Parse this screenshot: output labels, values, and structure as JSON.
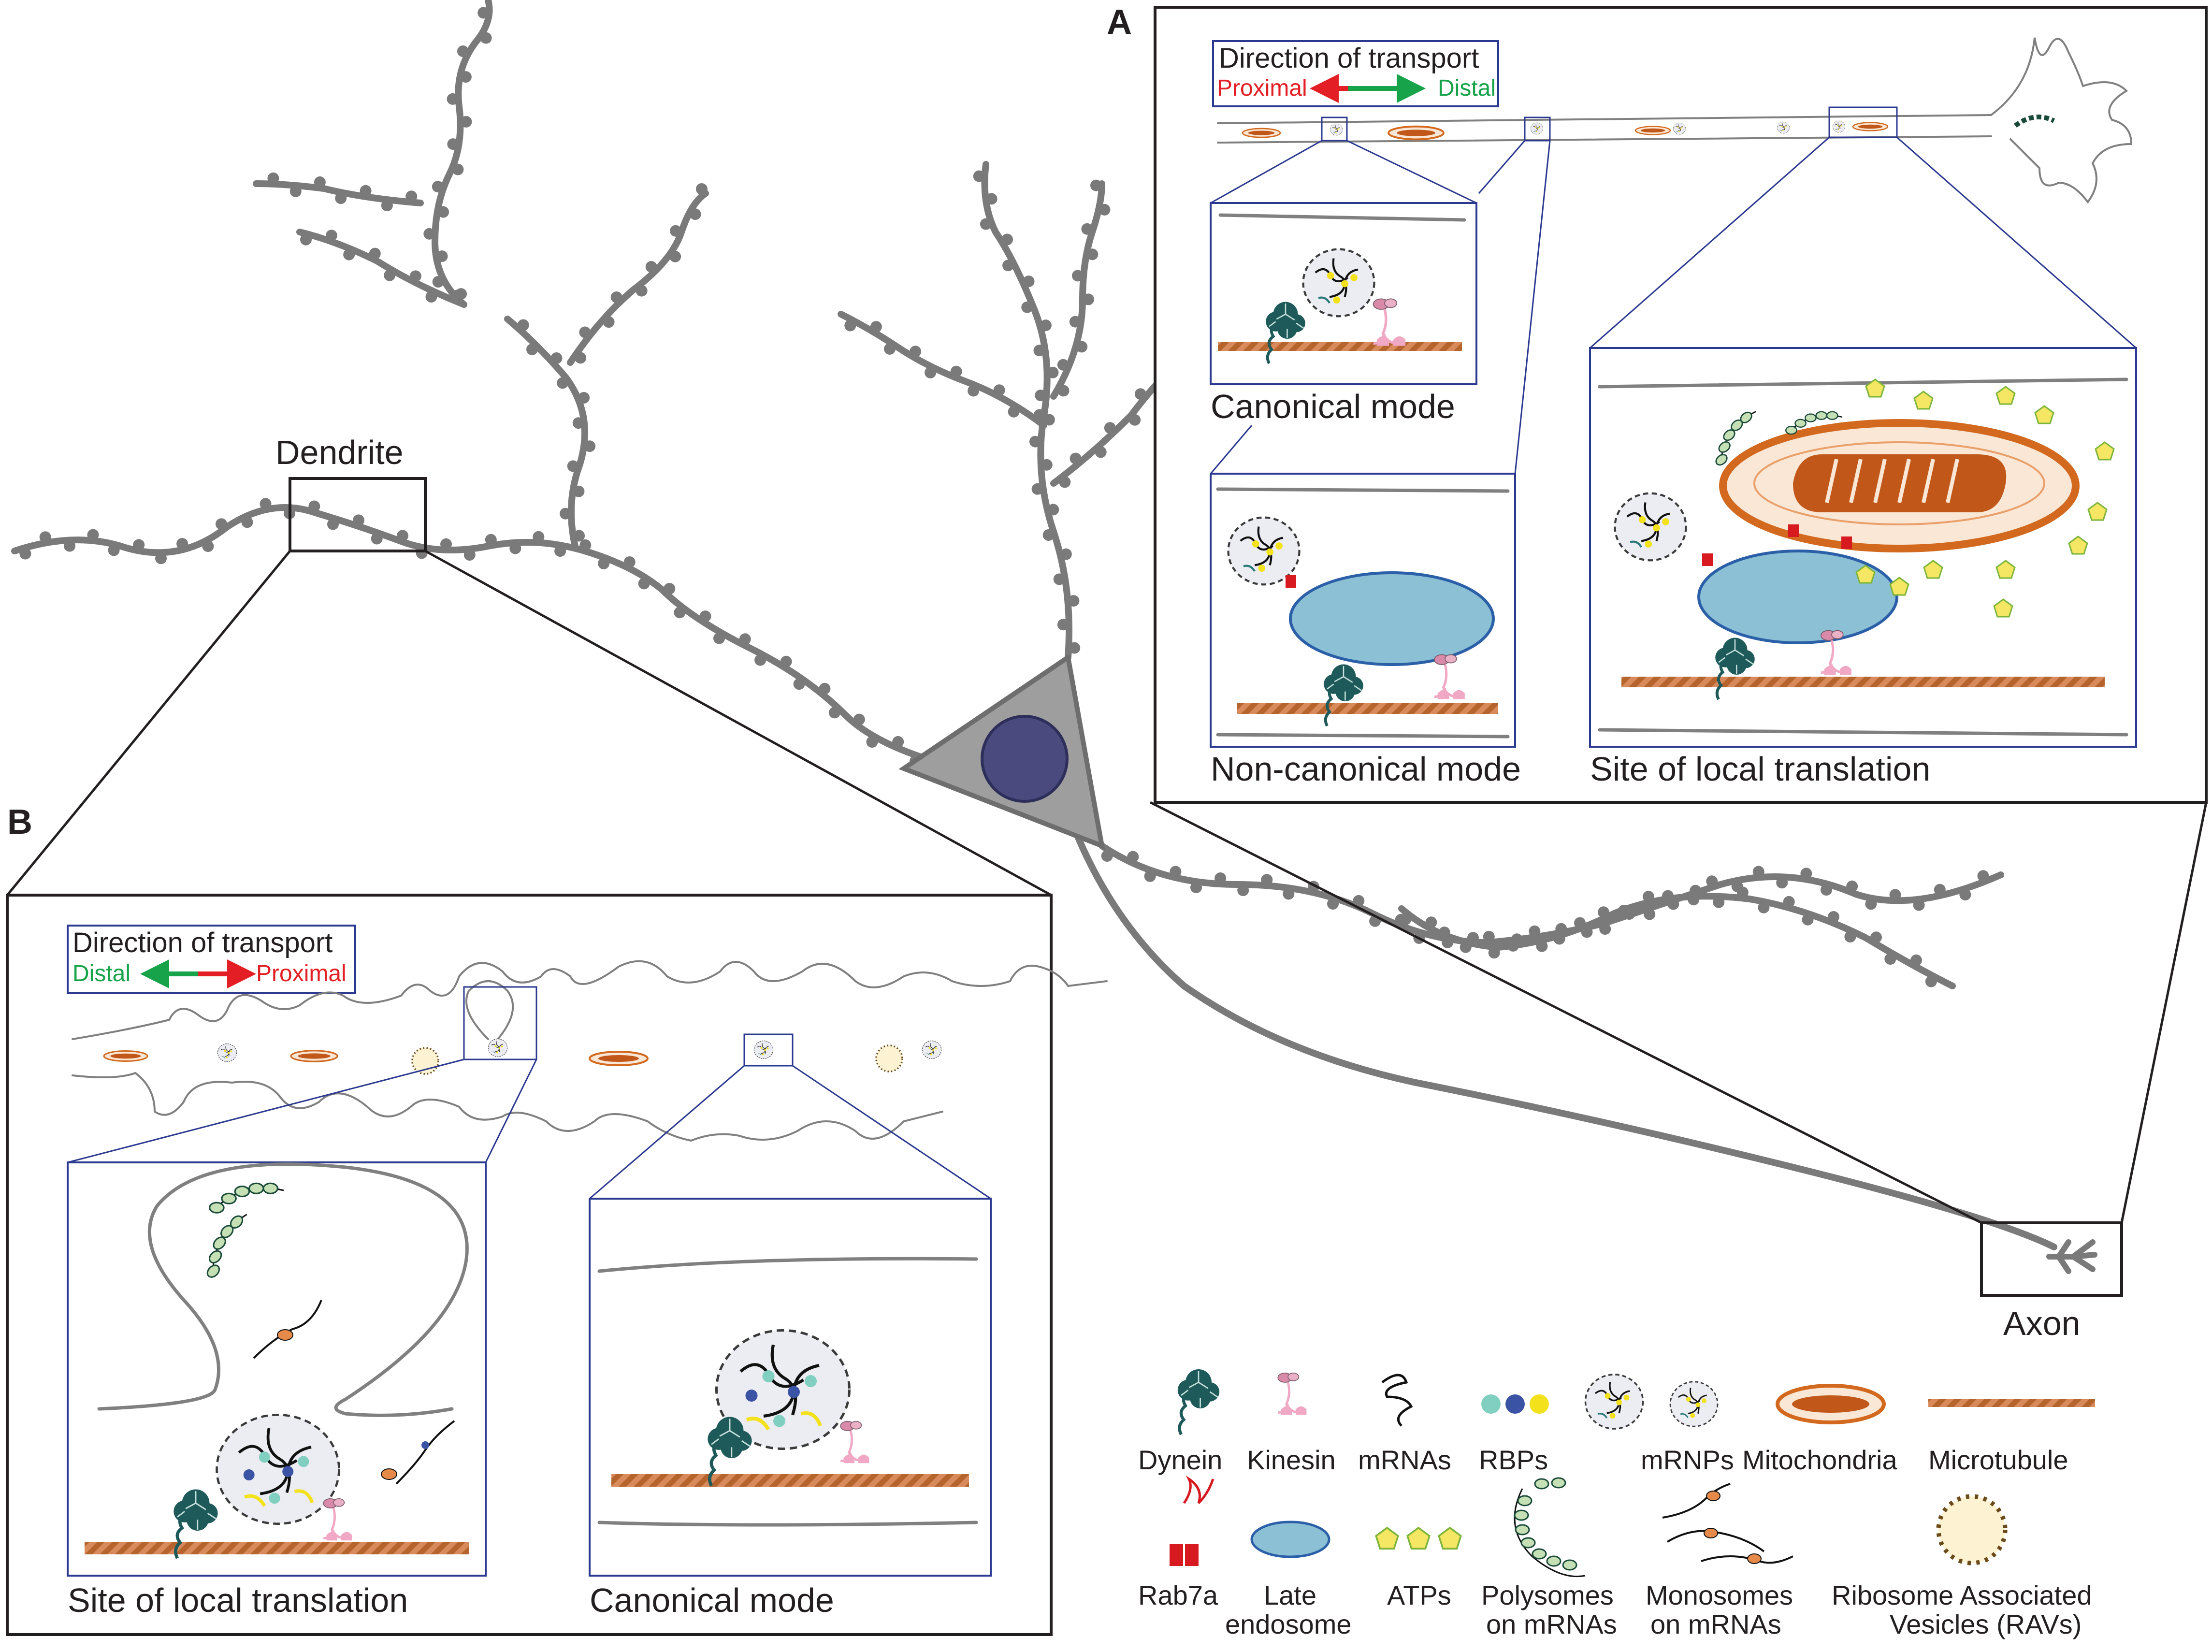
{
  "panels": {
    "a": {
      "letter": "A",
      "direction": {
        "title": "Direction of transport",
        "left": "Proximal",
        "right": "Distal"
      },
      "captions": {
        "canonical": "Canonical mode",
        "noncanonical": "Non-canonical mode",
        "local": "Site of local translation"
      }
    },
    "b": {
      "letter": "B",
      "direction": {
        "title": "Direction of transport",
        "left": "Distal",
        "right": "Proximal"
      },
      "captions": {
        "local": "Site of local translation",
        "canonical": "Canonical mode"
      }
    }
  },
  "neuron_labels": {
    "dendrite": "Dendrite",
    "axon": "Axon"
  },
  "legend": {
    "row1": [
      {
        "name": "dynein",
        "label": "Dynein"
      },
      {
        "name": "kinesin",
        "label": "Kinesin"
      },
      {
        "name": "mrna",
        "label": "mRNAs"
      },
      {
        "name": "rbp",
        "label": "RBPs"
      },
      {
        "name": "mrnp",
        "label": "mRNPs"
      },
      {
        "name": "mitochondria",
        "label": "Mitochondria"
      },
      {
        "name": "microtubule",
        "label": "Microtubule"
      }
    ],
    "row2": [
      {
        "name": "rab7a",
        "line1": "Rab7a",
        "line2": ""
      },
      {
        "name": "late-endosome",
        "line1": "Late",
        "line2": "endosome"
      },
      {
        "name": "atp",
        "line1": "ATPs",
        "line2": ""
      },
      {
        "name": "polysome",
        "line1": "Polysomes",
        "line2": "on mRNAs"
      },
      {
        "name": "monosome",
        "line1": "Monosomes",
        "line2": "on mRNAs"
      },
      {
        "name": "rav",
        "line1": "Ribosome Associated",
        "line2": "Vesicles (RAVs)"
      }
    ]
  },
  "colors": {
    "neurite": "#7a7a7a",
    "soma": "#9e9e9e",
    "nucleus": "#4a4a7e",
    "frame_blue": "#2b3990",
    "endosome": "#8cc0d4",
    "mito_outer": "#d2691e",
    "mito_inner": "#c1581a",
    "atp": "#f5e663",
    "proximal": "#e31e24",
    "distal": "#16a34a",
    "dynein": "#1f5a5a",
    "kinesin": "#f0a8c4",
    "rab7a": "#d71920",
    "rbp_teal": "#80cfc0",
    "rbp_blue": "#3a53a4",
    "rbp_yellow": "#f2e11b"
  }
}
